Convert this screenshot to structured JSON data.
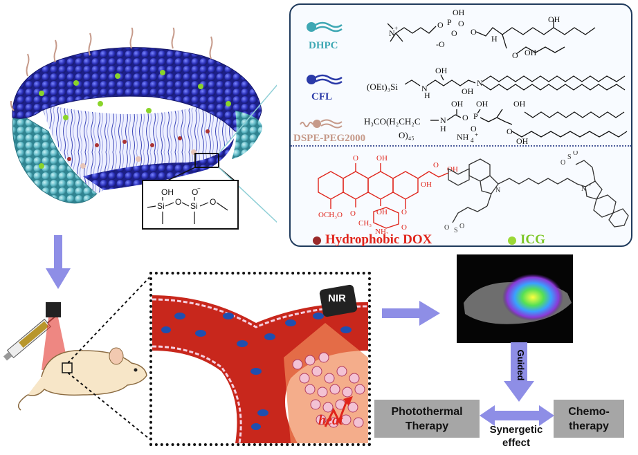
{
  "molecules": {
    "dhpc_label": "DHPC",
    "cfl_label": "CFL",
    "dspe_label": "DSPE-PEG2000",
    "dspe_formula_line1": "H₃CO(H₂CH₂C",
    "dspe_formula_line2": "O)₄₅",
    "cfl_formula": "(OEt)₃Si",
    "dox_label": "Hydrophobic DOX",
    "icg_label": "ICG"
  },
  "diagram": {
    "nir_label": "NIR",
    "heat_label": "heat",
    "guided_label": "Guided",
    "photothermal_label": "Photothermal Therapy",
    "chemo_label": "Chemo-therapy",
    "synergetic_label": "Synergetic effect"
  },
  "colors": {
    "dhpc": "#3fa8b4",
    "cfl": "#2b3aa8",
    "dspe": "#c69a8a",
    "dox": "#e0241b",
    "icg": "#7cc626",
    "arrow": "#8e8ee6",
    "panel_border": "#1f3a5c",
    "vessel": "#c8271c"
  }
}
